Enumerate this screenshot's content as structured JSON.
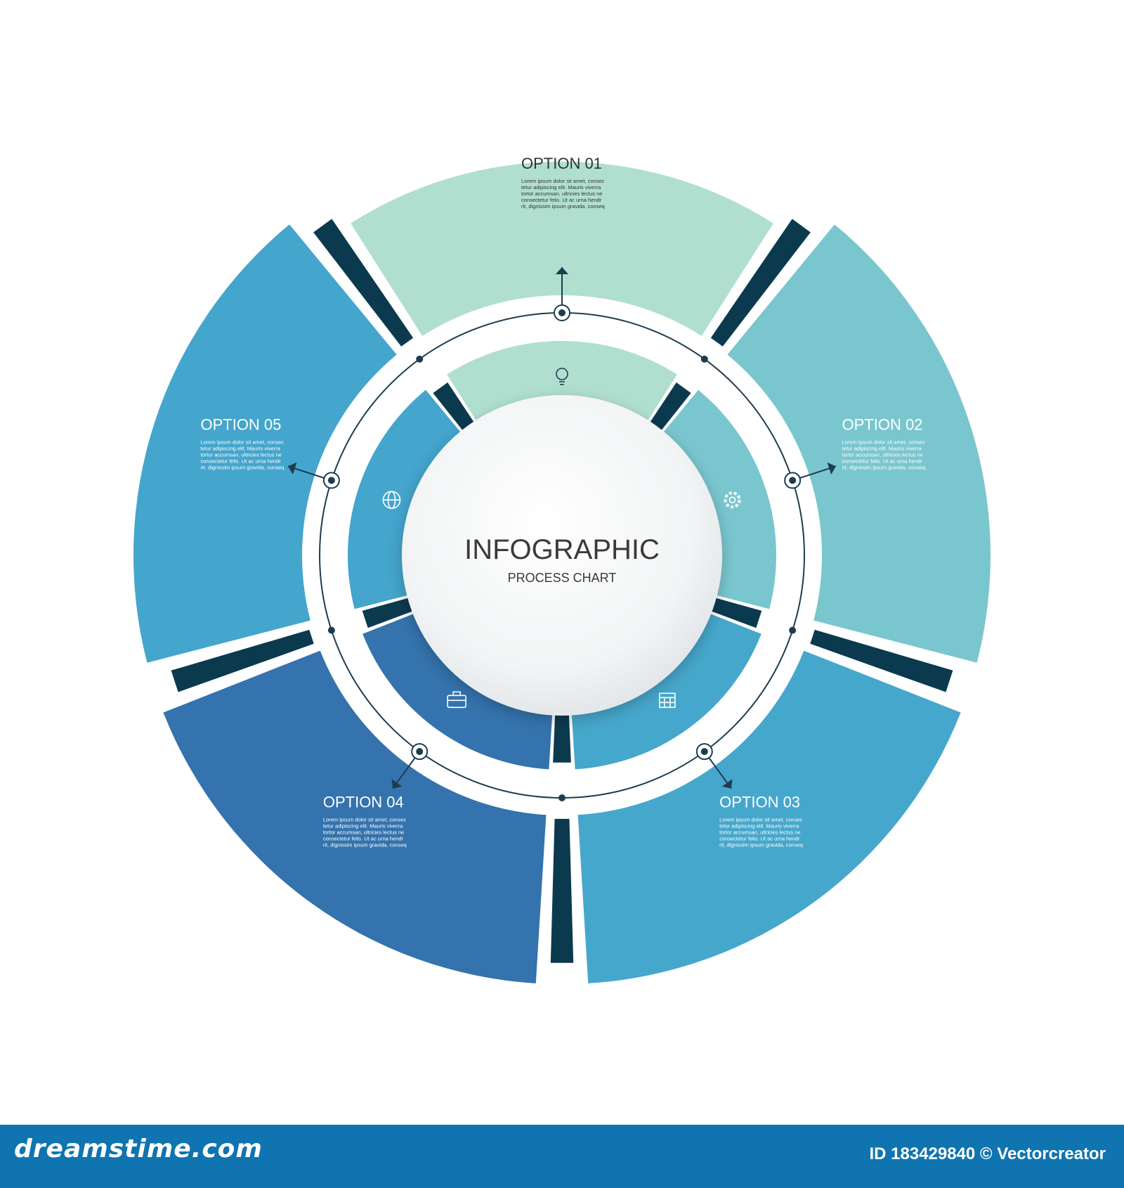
{
  "center": {
    "title": "INFOGRAPHIC",
    "subtitle": "PROCESS CHART"
  },
  "options": [
    {
      "label": "OPTION 01",
      "color": "#b0dfd0",
      "icon": "lightbulb-icon",
      "text": [
        "Lorem ipsum dolor sit amet, consec",
        "tetur adipiscing elit. Mauris viverra",
        "tortor accumsan, ultricies lectus ne",
        "consectetur felis. Ut ac urna hendr",
        "rit, dignissim ipsum gravida, conseq"
      ]
    },
    {
      "label": "OPTION 02",
      "color": "#7ac6cf",
      "icon": "gear-icon",
      "text": [
        "Lorem ipsum dolor sit amet, consec",
        "tetur adipiscing elit. Mauris viverra",
        "tortor accumsan, ultricies lectus ne",
        "consectetur felis. Ut ac urna hendr",
        "rit, dignissim ipsum gravida, conseq"
      ]
    },
    {
      "label": "OPTION 03",
      "color": "#46a7cc",
      "icon": "calendar-icon",
      "text": [
        "Lorem ipsum dolor sit amet, consec",
        "tetur adipiscing elit. Mauris viverra",
        "tortor accumsan, ultricies lectus ne",
        "consectetur felis. Ut ac urna hendr",
        "rit, dignissim ipsum gravida, conseq"
      ]
    },
    {
      "label": "OPTION 04",
      "color": "#3473ad",
      "icon": "briefcase-icon",
      "text": [
        "Lorem ipsum dolor sit amet, consec",
        "tetur adipiscing elit. Mauris viverra",
        "tortor accumsan, ultricies lectus ne",
        "consectetur felis. Ut ac urna hendr",
        "rit, dignissim ipsum gravida, conseq"
      ]
    },
    {
      "label": "OPTION 05",
      "color": "#44a5cd",
      "icon": "globe-icon",
      "text": [
        "Lorem ipsum dolor sit amet, consec",
        "tetur adipiscing elit. Mauris viverra",
        "tortor accumsan, ultricies lectus ne",
        "consectetur felis. Ut ac urna hendr",
        "rit, dignissim ipsum gravida, conseq"
      ]
    }
  ],
  "colors": {
    "dark_gap": "#0b3a4f",
    "line": "#1d3d4f",
    "text_dark": "#333333",
    "footer": "#0f74b0"
  },
  "footer": {
    "brand": "dreamstime.com",
    "credit": "ID 183429840 © Vectorcreator"
  }
}
